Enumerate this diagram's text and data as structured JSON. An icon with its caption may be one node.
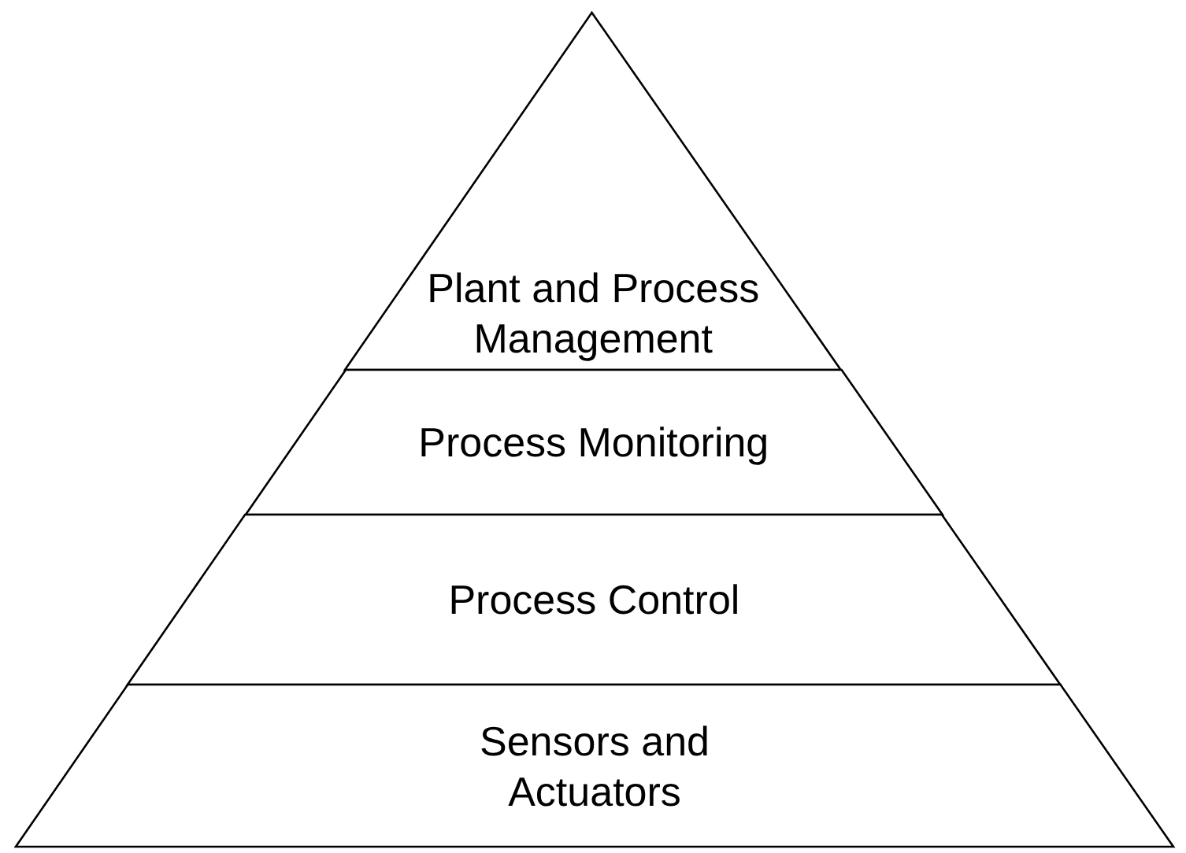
{
  "diagram": {
    "nodes": [
      {
        "text": [
          "Plant and Process Management"
        ]
      },
      {
        "text": [
          "Process Monitoring"
        ]
      },
      {
        "text": [
          "Process Control"
        ]
      },
      {
        "text": [
          "Sensors and Actuators"
        ]
      }
    ]
  }
}
